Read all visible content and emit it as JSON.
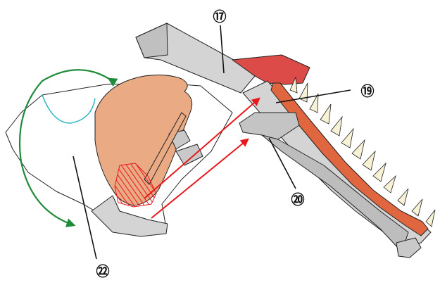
{
  "callouts": [
    {
      "id": "c17",
      "label": "⑰"
    },
    {
      "id": "c19",
      "label": "⑲"
    },
    {
      "id": "c20",
      "label": "⑳"
    },
    {
      "id": "c22",
      "label": "㉒"
    }
  ],
  "colors": {
    "bone_light": "#dadada",
    "bone_mid": "#c4c4c4",
    "bone_dark": "#a9a9a9",
    "muscle_tan": "#e9aa84",
    "muscle_red": "#dd4b48",
    "muscle_orange": "#e0663f",
    "tooth": "#f7f2d6",
    "arrow_red": "#e8171b",
    "arrow_green": "#1f8c3a",
    "cyan_line": "#2fb2c7"
  }
}
